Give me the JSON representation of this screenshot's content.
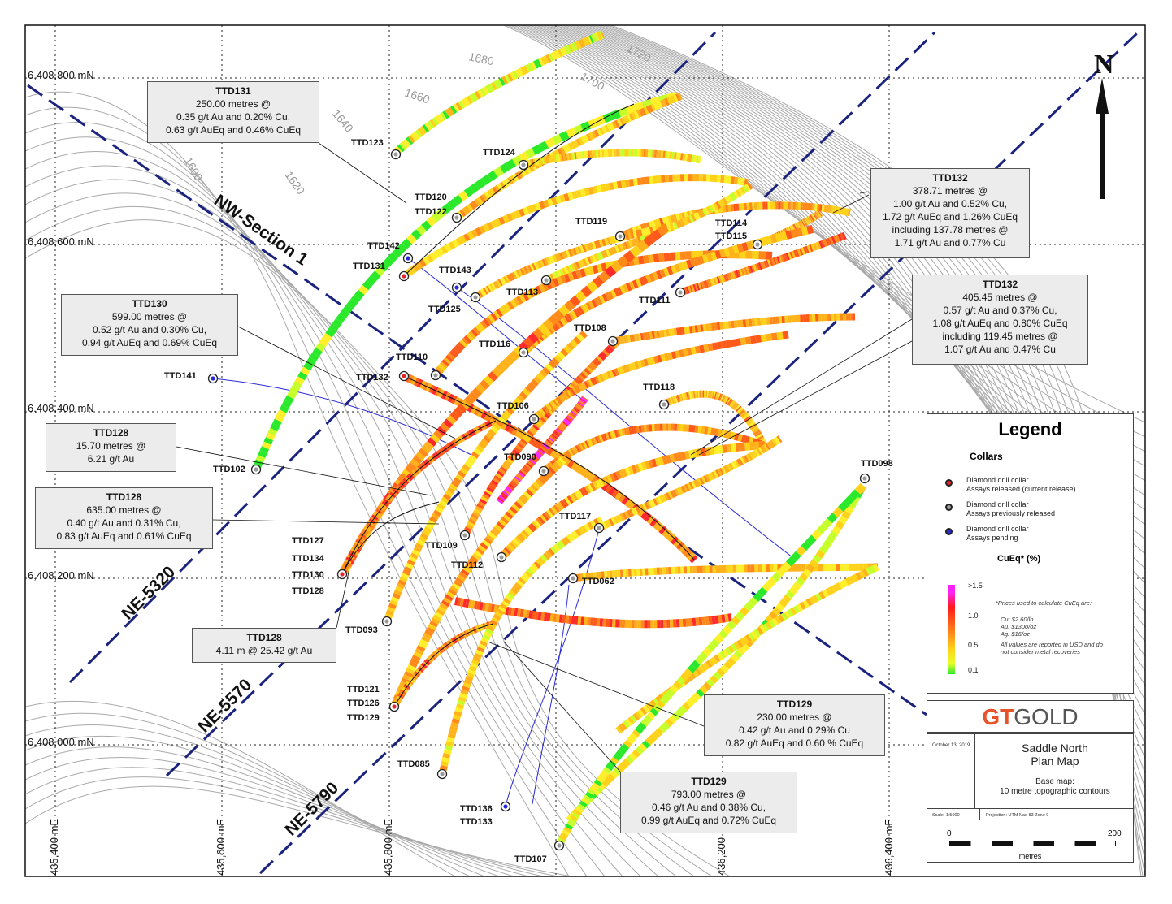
{
  "coord_labels": {
    "northing": [
      "6,408,800 mN",
      "6,408,600 mN",
      "6,408,400 mN",
      "6,408,200 mN",
      "6,408,000 mN"
    ],
    "easting": [
      "435,400 mE",
      "435,600 mE",
      "435,800 mE",
      "436,200",
      "436,400 mE"
    ]
  },
  "contour_labels": [
    "1680",
    "1720",
    "1700",
    "1660",
    "1640",
    "1600",
    "1620"
  ],
  "sections": [
    "NW-Section 1",
    "NE-5320",
    "NE-5570",
    "NE-5790"
  ],
  "drill_labels": [
    "TTD123",
    "TTD124",
    "TTD120",
    "TTD122",
    "TTD119",
    "TTD114",
    "TTD115",
    "TTD142",
    "TTD131",
    "TTD143",
    "TTD113",
    "TTD125",
    "TTD111",
    "TTD108",
    "TTD116",
    "TTD110",
    "TTD132",
    "TTD141",
    "TTD118",
    "TTD106",
    "TTD102",
    "TTD090",
    "TTD098",
    "TTD117",
    "TTD127",
    "TTD134",
    "TTD130",
    "TTD128",
    "TTD109",
    "TTD112",
    "TTD062",
    "TTD093",
    "TTD121",
    "TTD126",
    "TTD129",
    "TTD085",
    "TTD136",
    "TTD133",
    "TTD107"
  ],
  "north_arrow": "N",
  "callouts": [
    {
      "title": "TTD131",
      "lines": [
        "250.00 metres @",
        "0.35 g/t Au and 0.20% Cu,",
        "0.63 g/t AuEq and 0.46% CuEq"
      ]
    },
    {
      "title": "TTD132",
      "lines": [
        "378.71 metres @",
        "1.00 g/t Au and 0.52% Cu,",
        "1.72 g/t AuEq and 1.26% CuEq",
        "including  137.78 metres @",
        "1.71 g/t Au and 0.77% Cu"
      ]
    },
    {
      "title": "TTD132",
      "lines": [
        "405.45 metres @",
        "0.57 g/t Au and 0.37% Cu,",
        "1.08 g/t AuEq and 0.80% CuEq",
        "including  119.45 metres @",
        "1.07 g/t Au and 0.47% Cu"
      ]
    },
    {
      "title": "TTD130",
      "lines": [
        "599.00 metres @",
        "0.52 g/t Au and 0.30% Cu,",
        "0.94 g/t AuEq and 0.69% CuEq"
      ]
    },
    {
      "title": "TTD128",
      "lines": [
        "15.70 metres @",
        "6.21 g/t Au"
      ]
    },
    {
      "title": "TTD128",
      "lines": [
        "635.00 metres @",
        "0.40 g/t Au and 0.31% Cu,",
        "0.83 g/t AuEq and 0.61% CuEq"
      ]
    },
    {
      "title": "TTD128",
      "lines": [
        "4.11 m @ 25.42 g/t Au"
      ]
    },
    {
      "title": "TTD129",
      "lines": [
        "230.00 metres @",
        "0.42 g/t Au and 0.29% Cu",
        "0.82 g/t AuEq and 0.60 % CuEq"
      ]
    },
    {
      "title": "TTD129",
      "lines": [
        "793.00 metres @",
        "0.46 g/t Au and 0.38% Cu,",
        "0.99 g/t AuEq and 0.72% CuEq"
      ]
    }
  ],
  "legend": {
    "title": "Legend",
    "collars_heading": "Collars",
    "items": [
      {
        "line1": "Diamond drill collar",
        "line2": "Assays released (current release)",
        "color": "#e8242a"
      },
      {
        "line1": "Diamond drill collar",
        "line2": "Assays previously released",
        "color": "#9a9a9a"
      },
      {
        "line1": "Diamond drill collar",
        "line2": "Assays pending",
        "color": "#2a2ad6"
      }
    ],
    "cueq_heading": "CuEq* (%)",
    "ramp_labels": [
      ">1.5",
      "1.0",
      "0.5",
      "0.1"
    ],
    "price_note": "*Prices used to calculate CuEq are:",
    "prices": [
      "Cu: $2.60/lb",
      "Au: $1300/oz",
      "Ag: $16/oz"
    ],
    "usd_note": "All values are reported in USD and do not consider metal recoveries"
  },
  "titlebox": {
    "logo_gt": "GT",
    "logo_gold": "GOLD",
    "date": "October 13, 2019",
    "title_line1": "Saddle North",
    "title_line2": "Plan Map",
    "basemap_line1": "Base map:",
    "basemap_line2": "10 metre topographic contours",
    "scale": "Scale: 1:5000",
    "projection": "Projection: UTM Nad 83 Zone 9",
    "scale_start": "0",
    "scale_end": "200",
    "scale_unit": "metres"
  },
  "colors": {
    "collar_current": "#e8242a",
    "collar_previous": "#9a9a9a",
    "collar_pending": "#2a2ad6",
    "section_line": "#1a237e",
    "pending_trace": "#2a2ad6",
    "grade_high": "#ff22ff",
    "grade_mid": "#ff7a1a",
    "grade_low": "#2ae82a"
  }
}
